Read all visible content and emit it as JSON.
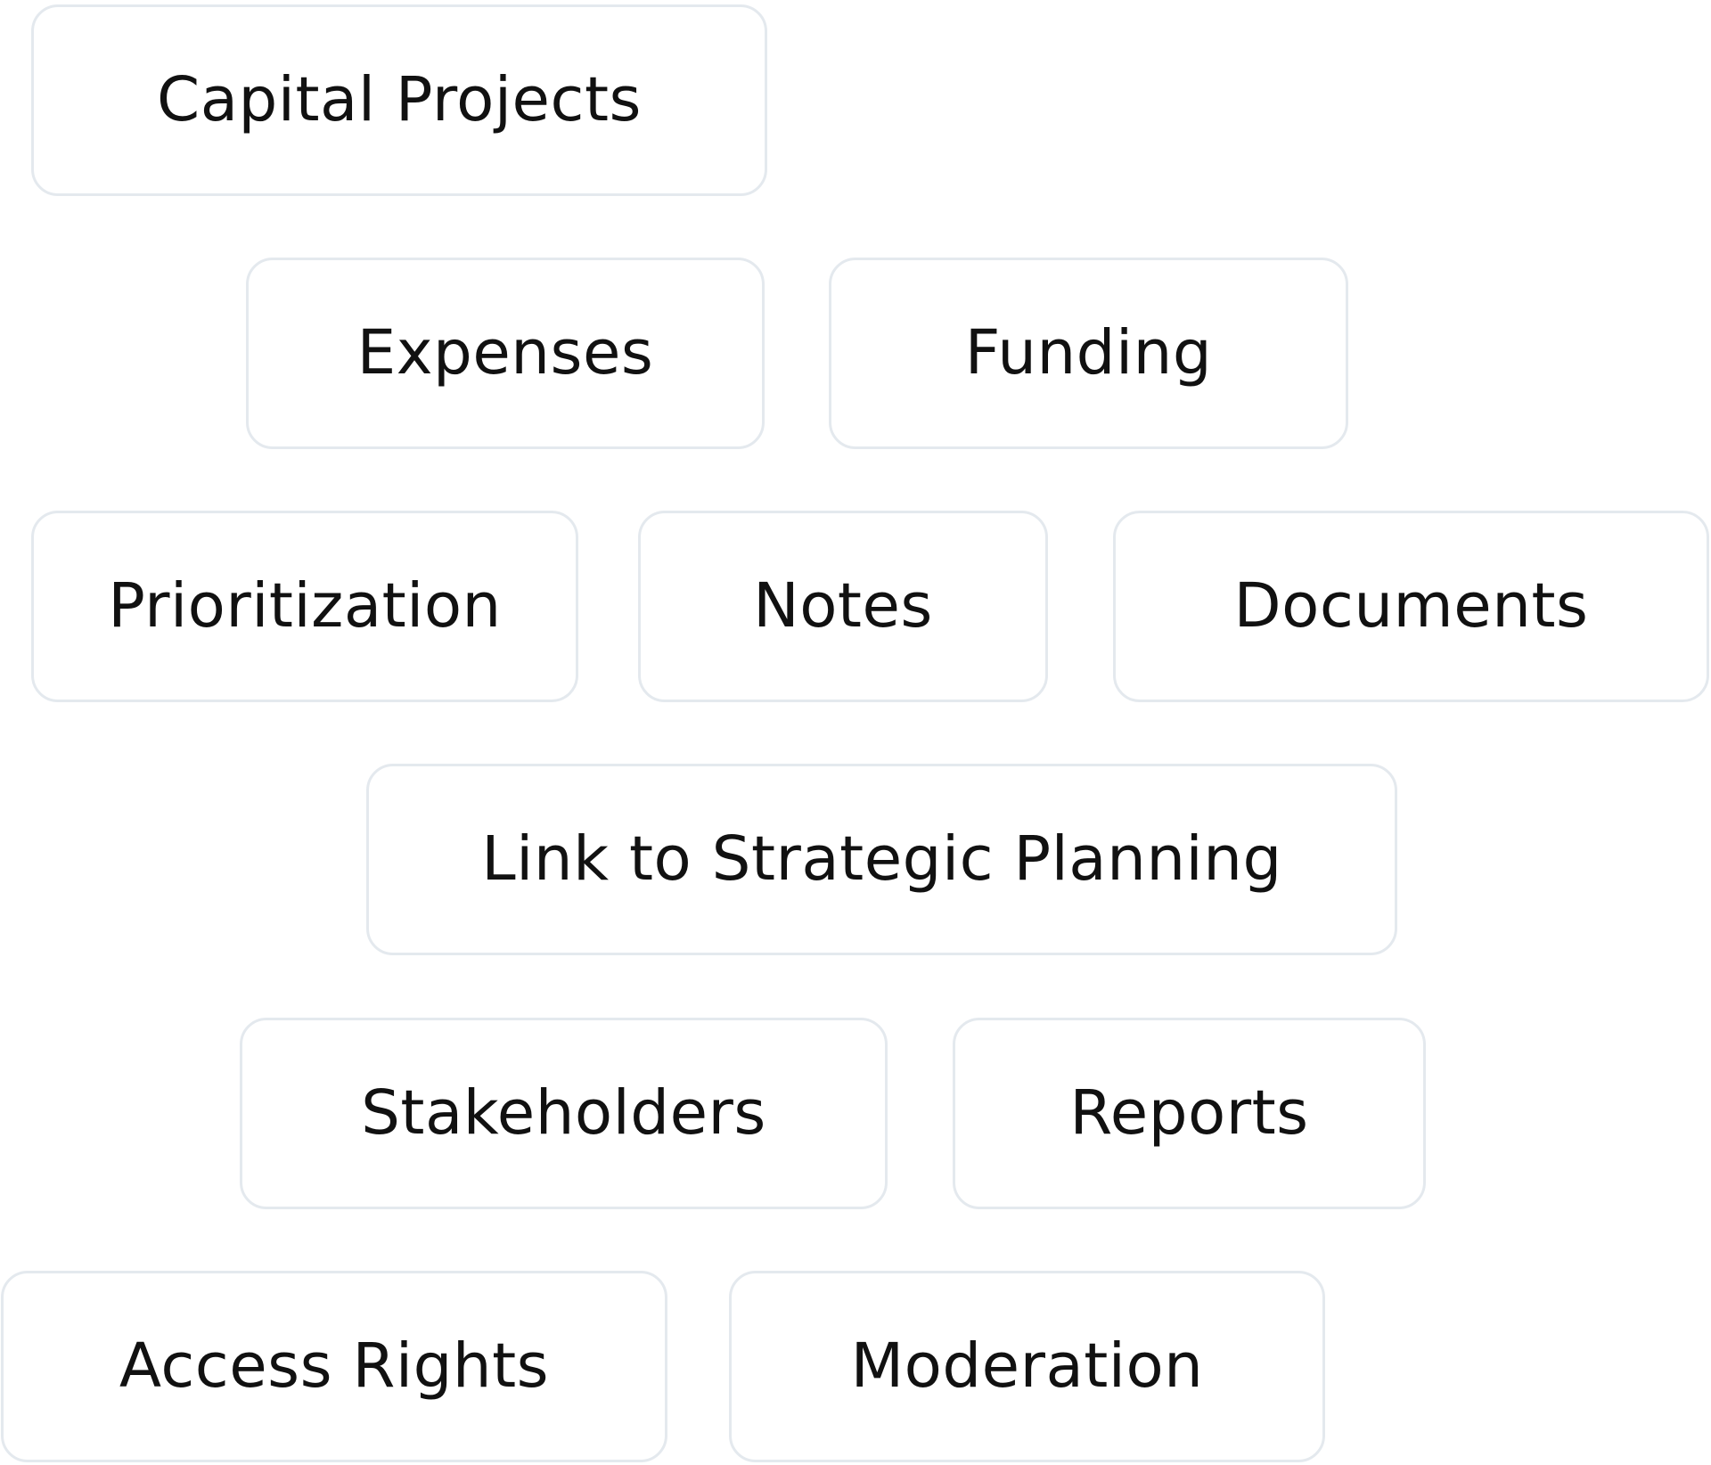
{
  "chips": [
    {
      "label": "Capital Projects"
    },
    {
      "label": "Expenses"
    },
    {
      "label": "Funding"
    },
    {
      "label": "Prioritization"
    },
    {
      "label": "Notes"
    },
    {
      "label": "Documents"
    },
    {
      "label": "Link to Strategic Planning"
    },
    {
      "label": "Stakeholders"
    },
    {
      "label": "Reports"
    },
    {
      "label": "Access Rights"
    },
    {
      "label": "Moderation"
    }
  ],
  "colors": {
    "background": "#ffffff",
    "chip_border": "#e4e9ee",
    "text": "#111111"
  }
}
